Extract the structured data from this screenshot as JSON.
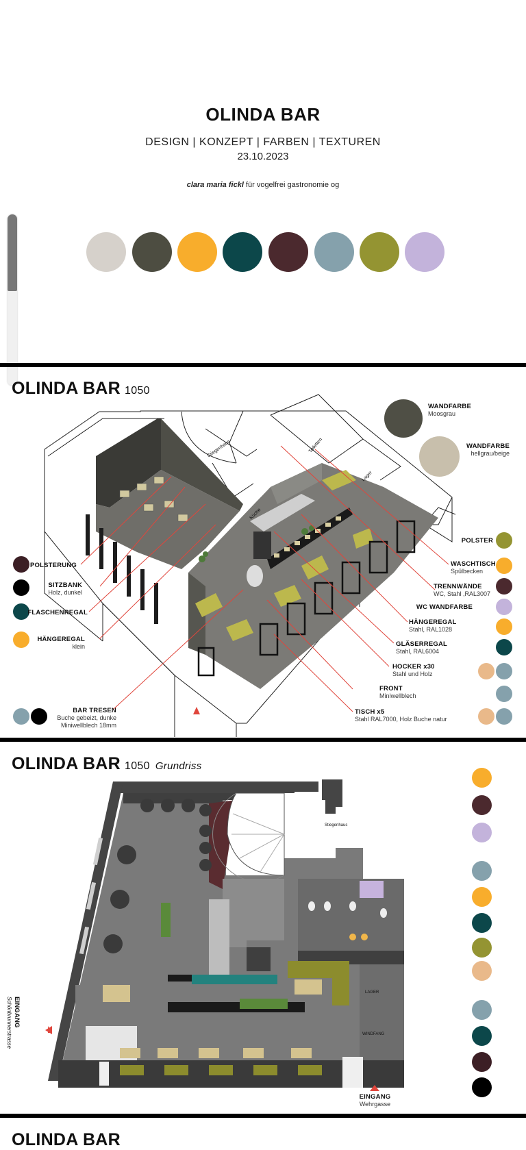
{
  "cover": {
    "title": "OLINDA BAR",
    "subtitle": "DESIGN  | KONZEPT | FARBEN | TEXTUREN",
    "date": "23.10.2023",
    "author_name": "clara maria fickl",
    "author_rest": " für vogelfrei gastronomie og",
    "palette": [
      "#d6d1cb",
      "#4d4d41",
      "#f8ad2c",
      "#0c474a",
      "#4b292e",
      "#85a1ac",
      "#949432",
      "#c3b3db"
    ]
  },
  "slide2": {
    "title": "OLINDA BAR",
    "number": "1050",
    "wall_colors": [
      {
        "label": "WANDFARBE",
        "sub": "Moosgrau",
        "color": "#4f4f45"
      },
      {
        "label": "WANDFARBE",
        "sub": "hellgrau/beige",
        "color": "#c8bfac"
      }
    ],
    "left_labels": [
      {
        "label": "POLSTERUNG",
        "sub": "",
        "color": "#3c1f25"
      },
      {
        "label": "SITZBANK",
        "sub": "Holz, dunkel",
        "color": "#000000"
      },
      {
        "label": "FLASCHENREGAL",
        "sub": "",
        "color": "#0c474a"
      },
      {
        "label": "HÄNGEREGAL",
        "sub": "klein",
        "color": "#f8ad2c"
      }
    ],
    "bar_tresen": {
      "label": "BAR TRESEN",
      "sub1": "Buche gebeizt, dunke",
      "sub2": "Miniwellblech 18mm",
      "colors": [
        "#85a1ac",
        "#000000"
      ]
    },
    "right_labels": [
      {
        "label": "POLSTER",
        "sub": ""
      },
      {
        "label": "WASCHTISCH",
        "sub": "Spülbecken"
      },
      {
        "label": "TRENNWÄNDE",
        "sub": "WC, Stahl ,RAL3007"
      },
      {
        "label": "WC WANDFARBE",
        "sub": ""
      },
      {
        "label": "HÄNGEREGAL",
        "sub": "Stahl, RAL1028"
      },
      {
        "label": "GLÄSERREGAL",
        "sub": "Stahl, RAL6004"
      },
      {
        "label": "HOCKER x30",
        "sub": "Stahl und Holz"
      },
      {
        "label": "FRONT",
        "sub": "Miniwellblech"
      },
      {
        "label": "TISCH x5",
        "sub": "Stahl RAL7000, Holz Buche natur"
      }
    ],
    "right_dot_colors": [
      "#949432",
      "#f8ad2c",
      "#4b292e",
      "#c3b3db",
      "#f8ad2c",
      "#0c474a",
      "#85a1ac",
      "#85a1ac",
      "#85a1ac"
    ],
    "plan_labels": {
      "stair": "Stiegenhaus",
      "wc": "Toiletten",
      "store": "Lager",
      "kitchen": "Küche"
    }
  },
  "slide3": {
    "title": "OLINDA BAR",
    "number": "1050",
    "subtitle": "Grundriss",
    "side_colors": [
      "#f8ad2c",
      "#4b292e",
      "#c3b3db",
      "#85a1ac",
      "#f8ad2c",
      "#0c474a",
      "#949432",
      "#e9b98a",
      "#85a1ac",
      "#0c474a",
      "#3c1f25",
      "#000000"
    ],
    "entrance_left": {
      "label": "EINGANG",
      "street": "Schönbrunnerstrasse"
    },
    "entrance_bottom": {
      "label": "EINGANG",
      "street": "Wehrgasse"
    },
    "room_labels": {
      "stair": "Stiegenhaus",
      "lager": "LAGER",
      "wind": "WINDFANG"
    }
  },
  "slide4": {
    "title": "OLINDA BAR"
  }
}
